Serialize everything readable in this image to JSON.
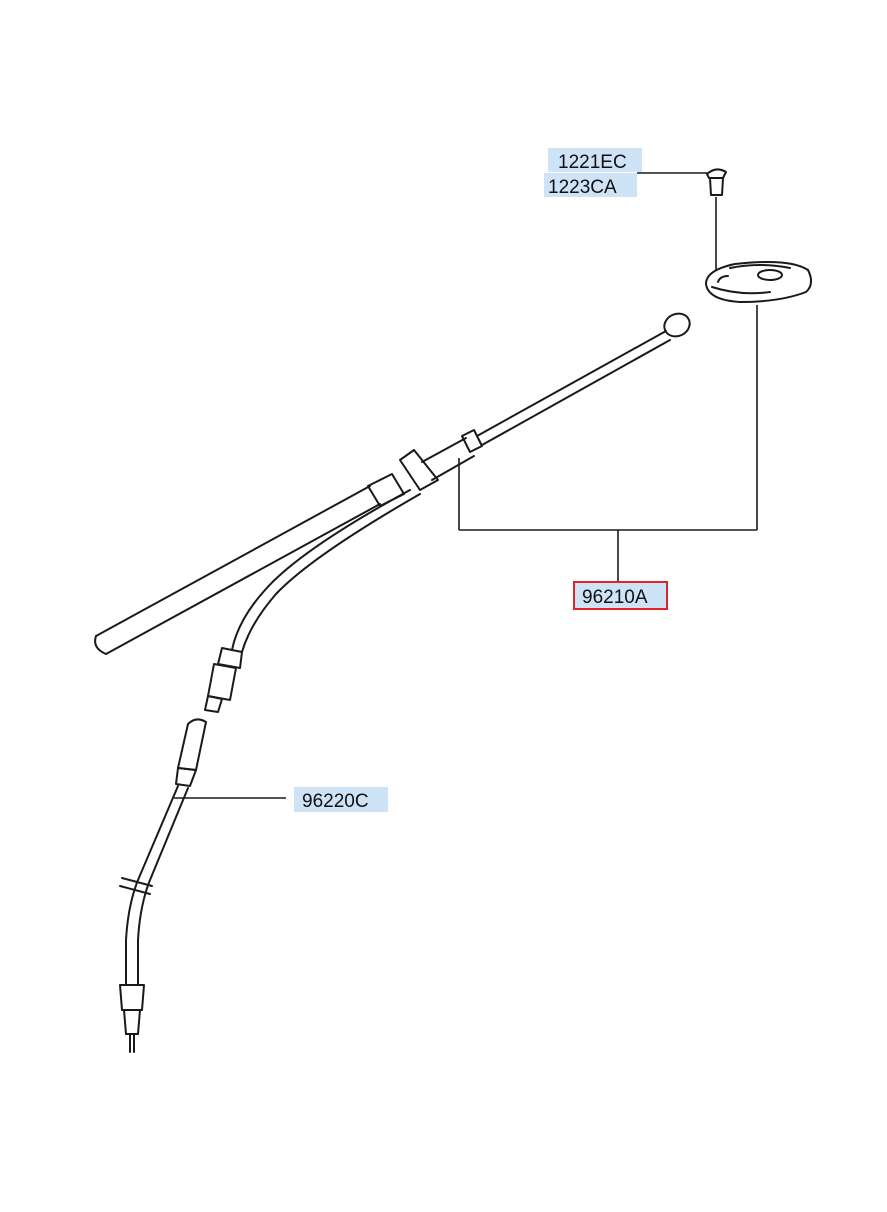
{
  "labels": {
    "screw_code_1": "1221EC",
    "screw_code_2": "1223CA",
    "antenna_assy": "96210A",
    "feeder_cable": "96220C"
  },
  "colors": {
    "label_bg": "#cfe3f7",
    "selected_border": "#e0242a",
    "line": "#1a1a1a"
  }
}
